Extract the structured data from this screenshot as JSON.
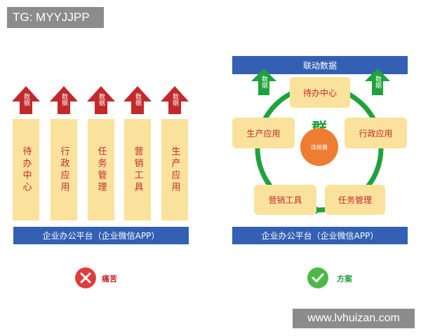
{
  "watermark_top": "TG: MYYJJPP",
  "watermark_bottom": "www.lvhuizan.com",
  "left_panel": {
    "arrow_label": "数据",
    "columns": [
      {
        "label": "待办中心"
      },
      {
        "label": "行政应用"
      },
      {
        "label": "任务管理"
      },
      {
        "label": "营销工具"
      },
      {
        "label": "生产应用"
      }
    ],
    "platform_label": "企业办公平台（企业微信APP）",
    "status_label": "痛苦"
  },
  "right_panel": {
    "top_bar_label": "联动数据",
    "arrow_label": "数据",
    "nodes": {
      "todo": "待办中心",
      "production": "生产应用",
      "admin": "行政应用",
      "marketing": "营销工具",
      "task": "任务管理"
    },
    "group_char": "群",
    "connector_label": "连接器",
    "platform_label": "企业办公平台（企业微信APP）",
    "status_label": "方案"
  },
  "colors": {
    "red": "#c2292b",
    "blue": "#3360b3",
    "yellow": "#fbe29c",
    "green": "#1f9e3a",
    "orange": "#ee7d32"
  }
}
